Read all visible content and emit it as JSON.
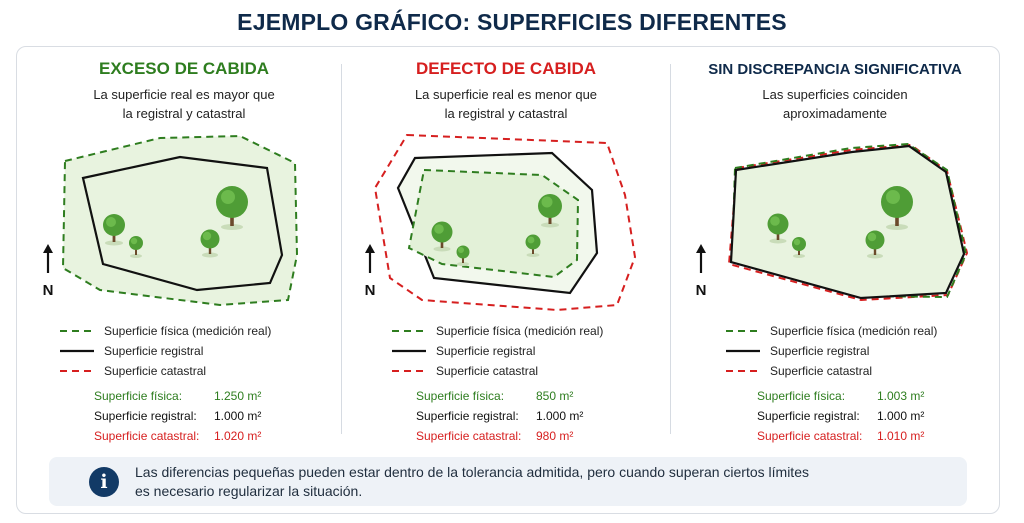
{
  "title": "EJEMPLO GRÁFICO: SUPERFICIES DIFERENTES",
  "north_label": "N",
  "legend": {
    "fisica": "Superficie física (medición real)",
    "registral": "Superficie registral",
    "catastral": "Superficie catastral"
  },
  "colors": {
    "fisica": "#2e7d1f",
    "registral": "#111111",
    "catastral": "#d61f1f",
    "title_navy": "#0f2a4a",
    "land_fill": "#e8f3df"
  },
  "panels": [
    {
      "title": "EXCESO DE CABIDA",
      "subtitle_line1": "La superficie real es mayor que",
      "subtitle_line2": "la registral y catastral",
      "values": {
        "fisica_label": "Superficie física:",
        "fisica": "1.250 m²",
        "registral_label": "Superficie registral:",
        "registral": "1.000 m²",
        "catastral_label": "Superficie catastral:",
        "catastral": "1.020 m²"
      }
    },
    {
      "title": "DEFECTO DE CABIDA",
      "subtitle_line1": "La superficie real es menor que",
      "subtitle_line2": "la registral y catastral",
      "values": {
        "fisica_label": "Superficie física:",
        "fisica": "850 m²",
        "registral_label": "Superficie registral:",
        "registral": "1.000 m²",
        "catastral_label": "Superficie catastral:",
        "catastral": "980 m²"
      }
    },
    {
      "title": "SIN DISCREPANCIA SIGNIFICATIVA",
      "subtitle_line1": "Las superficies coinciden",
      "subtitle_line2": "aproximadamente",
      "values": {
        "fisica_label": "Superficie física:",
        "fisica": "1.003 m²",
        "registral_label": "Superficie registral:",
        "registral": "1.000 m²",
        "catastral_label": "Superficie catastral:",
        "catastral": "1.010 m²"
      }
    }
  ],
  "info": {
    "icon": "info-icon",
    "line1": "Las diferencias pequeñas pueden estar dentro de la tolerancia admitida, pero cuando superan ciertos límites",
    "line2": "es necesario regularizar la situación."
  }
}
